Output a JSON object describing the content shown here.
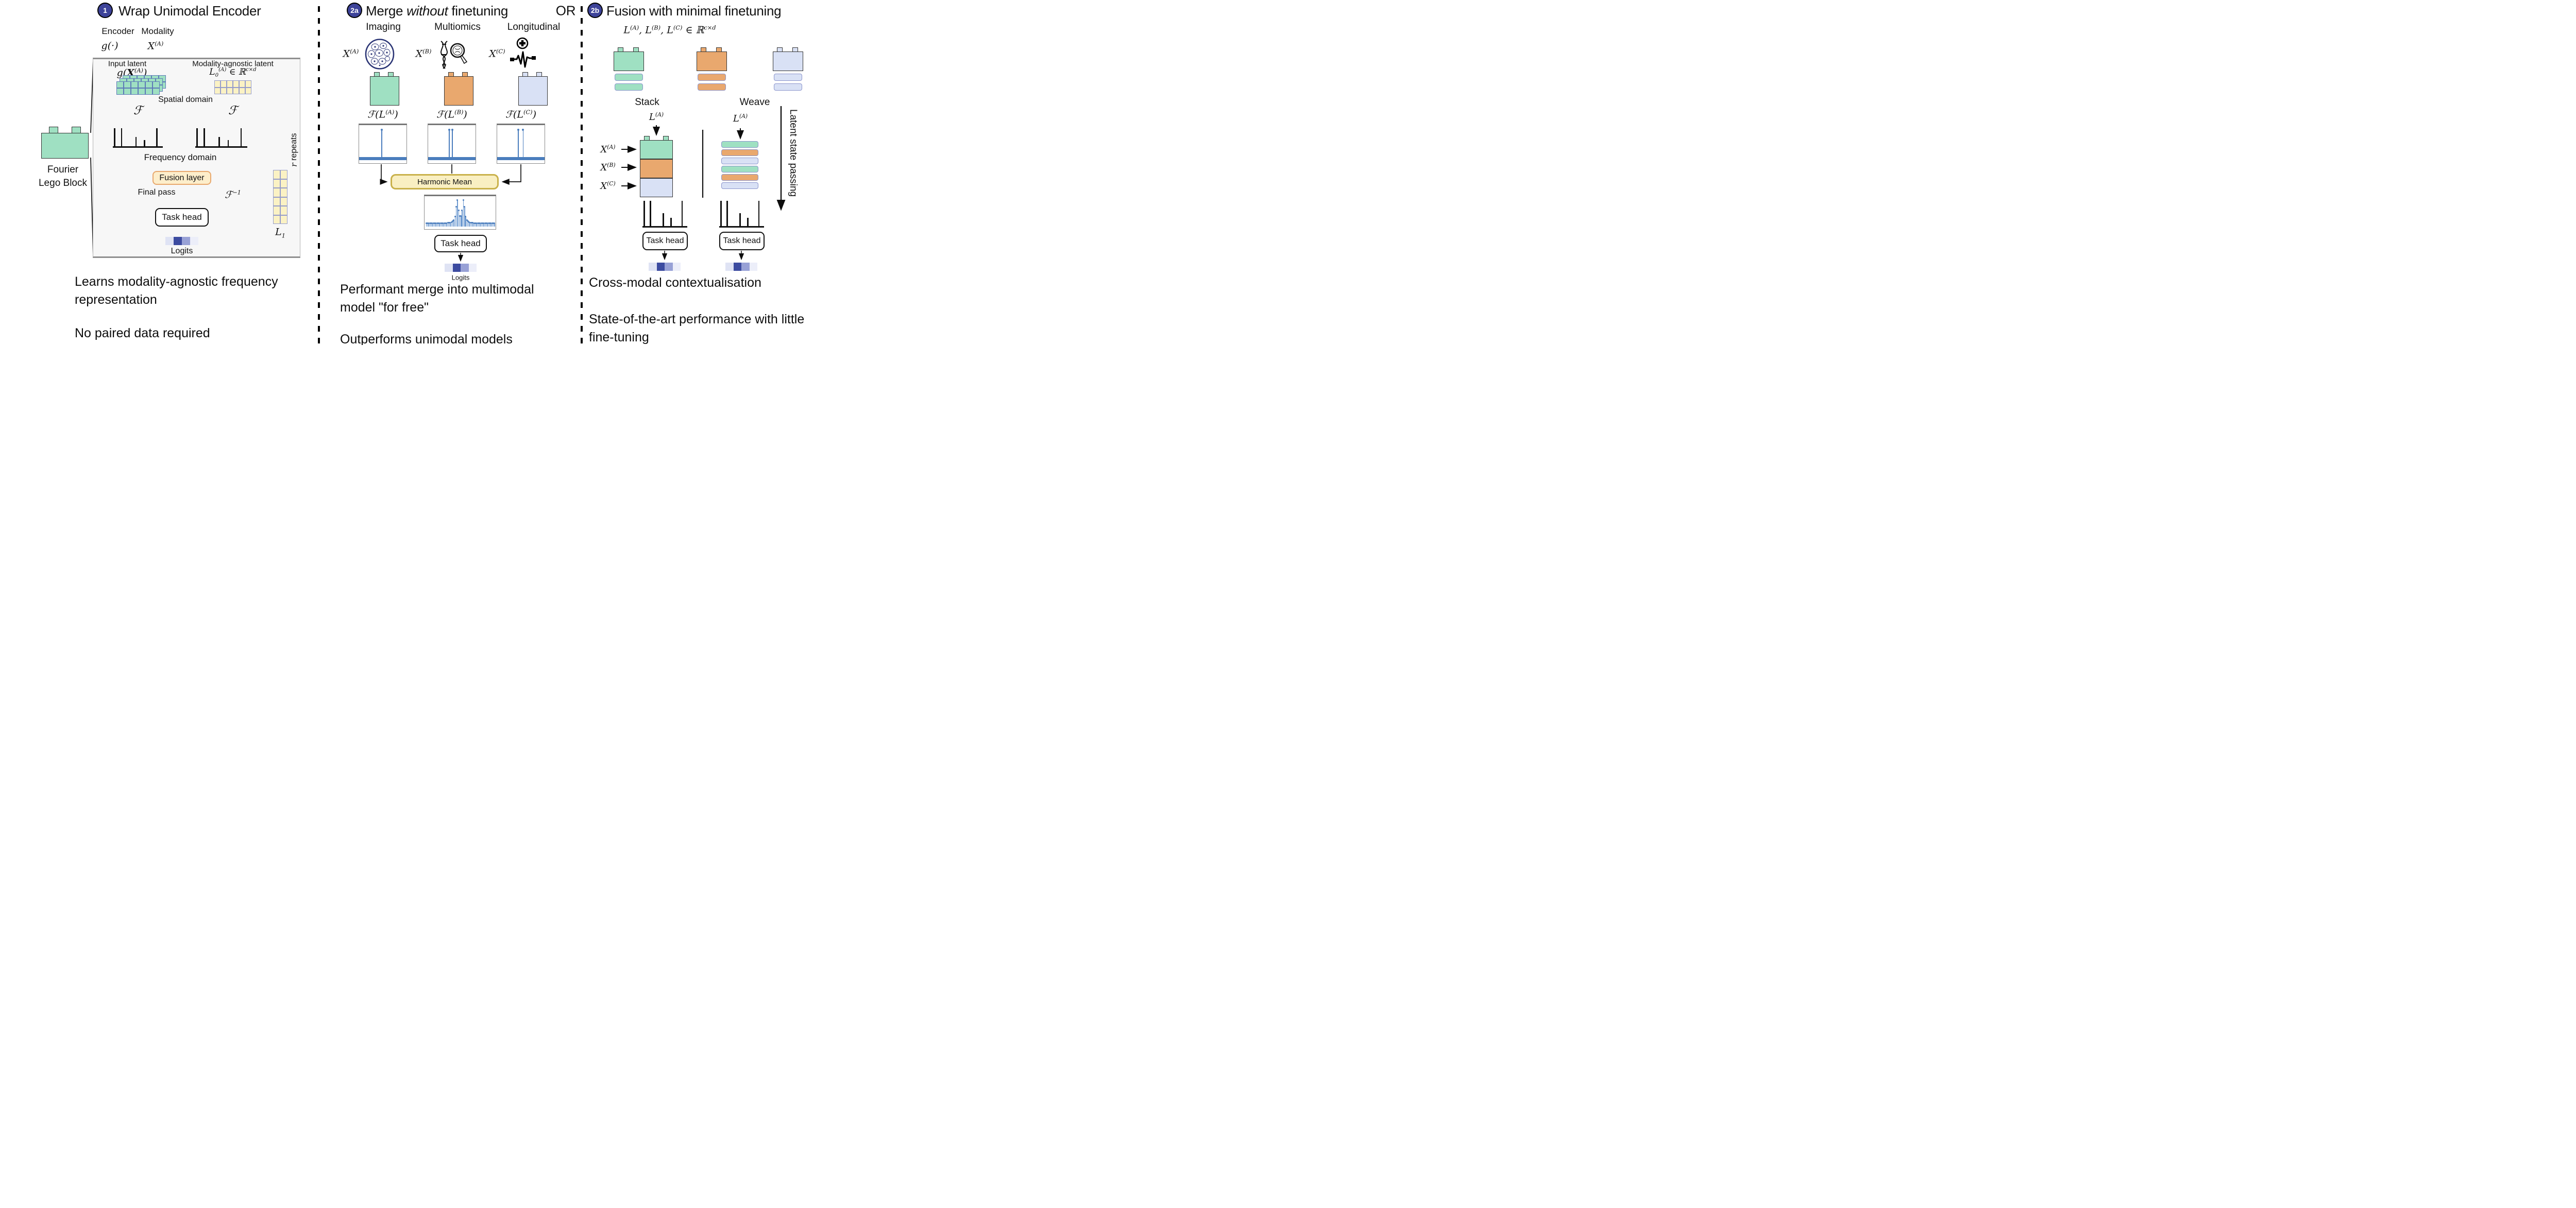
{
  "colors": {
    "green": "#9fe0c2",
    "orange": "#e9a86e",
    "lavender": "#d9e1f5",
    "yellow_fill": "#fbf2c4",
    "yellow_border": "#959ccb",
    "fusion_fill": "#fdeecb",
    "fusion_border": "#e8a86d",
    "harmonic_fill": "#f9efc2",
    "harmonic_border": "#c9b14b",
    "marker_blue": "#3d4399",
    "spike_blue": "#4a7dbd",
    "resonance_blue": "#6f9bd1",
    "logits_cells": [
      "#dfe3f4",
      "#3c4ba0",
      "#98a1d6",
      "#eceef9"
    ]
  },
  "figures": {
    "stem_pattern": {
      "positions": [
        0.16,
        0.45,
        0.62,
        0.87
      ],
      "heights": [
        1,
        0.52,
        0.33,
        1
      ]
    },
    "spectra": {
      "A": [
        0.47
      ],
      "B": [
        0.44,
        0.5
      ],
      "C": [
        0.44,
        0.54
      ]
    },
    "resonance": {
      "peaks": [
        0.455,
        0.545
      ],
      "width": 0.018,
      "base": 0.1,
      "count": 58
    },
    "grids": {
      "input": {
        "cols": 6,
        "rows": 2
      },
      "latent": {
        "cols": 6,
        "rows": 2
      },
      "column": {
        "cols": 2,
        "rows": 6
      }
    }
  },
  "panel1": {
    "marker": "1",
    "title": "Wrap Unimodal Encoder",
    "encoder_label": "Encoder",
    "modality_label": "Modality",
    "encoder_math": [
      {
        "t": "g(·)"
      }
    ],
    "modality_math": [
      {
        "t": "X"
      },
      {
        "sup": "(A)"
      }
    ],
    "input_latent_label": "Input latent",
    "agnostic_latent_label": "Modality-agnostic latent",
    "input_math": [
      {
        "t": "g("
      },
      {
        "b": "X"
      },
      {
        "sup": "(A)"
      },
      {
        "t": ")"
      }
    ],
    "latent_math": [
      {
        "t": "L"
      },
      {
        "sub": "0"
      },
      {
        "sup": "(A)"
      },
      {
        "t": " ∈ ℝ"
      },
      {
        "sup": "c×d"
      }
    ],
    "spatial_label": "Spatial domain",
    "fourier": "ℱ",
    "frequency_label": "Frequency domain",
    "fusion_label": "Fusion layer",
    "final_pass_label": "Final pass",
    "inv_fourier_math": [
      {
        "t": "ℱ"
      },
      {
        "sup": "−1"
      }
    ],
    "repeats_math": [
      {
        "i": "r"
      },
      {
        "t": " repeats"
      }
    ],
    "l1_math": [
      {
        "t": "L"
      },
      {
        "sub": "1"
      }
    ],
    "task_head_label": "Task head",
    "logits_label": "Logits",
    "lego_caption_line1": "Fourier",
    "lego_caption_line2": "Lego Block",
    "caption1": "Learns modality-agnostic frequency representation",
    "caption2": "No paired data required"
  },
  "panel2": {
    "marker": "2a",
    "title_pre": "Merge ",
    "title_italic": "without",
    "title_post": " finetuning",
    "or_label": "OR",
    "headers": [
      "Imaging",
      "Multiomics",
      "Longitudinal"
    ],
    "x_math_a": [
      {
        "t": "X"
      },
      {
        "sup": "(A)"
      }
    ],
    "x_math_b": [
      {
        "t": "X"
      },
      {
        "sup": "(B)"
      }
    ],
    "x_math_c": [
      {
        "t": "X"
      },
      {
        "sup": "(C)"
      }
    ],
    "f_math_a": [
      {
        "t": "ℱ(L"
      },
      {
        "sup": "(A)"
      },
      {
        "t": ")"
      }
    ],
    "f_math_b": [
      {
        "t": "ℱ(L"
      },
      {
        "sup": "(B)"
      },
      {
        "t": ")"
      }
    ],
    "f_math_c": [
      {
        "t": "ℱ(L"
      },
      {
        "sup": "(C)"
      },
      {
        "t": ")"
      }
    ],
    "harmonic_label": "Harmonic Mean",
    "task_head_label": "Task head",
    "logits_label": "Logits",
    "caption1": "Performant merge into multimodal model \"for free\"",
    "caption2": "Outperforms unimodal models"
  },
  "panel3": {
    "marker": "2b",
    "title": "Fusion with minimal finetuning",
    "dims_math": [
      {
        "t": "L"
      },
      {
        "sup": "(A)"
      },
      {
        "t": ", L"
      },
      {
        "sup": "(B)"
      },
      {
        "t": ", L"
      },
      {
        "sup": "(C)"
      },
      {
        "t": " ∈ ℝ"
      },
      {
        "sup": "c×d"
      }
    ],
    "stack_label": "Stack",
    "weave_label": "Weave",
    "l_math": [
      {
        "t": "L"
      },
      {
        "sup": "(A)"
      }
    ],
    "x_math_a": [
      {
        "t": "X"
      },
      {
        "sup": "(A)"
      }
    ],
    "x_math_b": [
      {
        "t": "X"
      },
      {
        "sup": "(B)"
      }
    ],
    "x_math_c": [
      {
        "t": "X"
      },
      {
        "sup": "(C)"
      }
    ],
    "latent_passing_label": "Latent state passing",
    "task_head_label": "Task head",
    "caption1": "Cross-modal contextualisation",
    "caption2": "State-of-the-art performance with little fine-tuning"
  }
}
